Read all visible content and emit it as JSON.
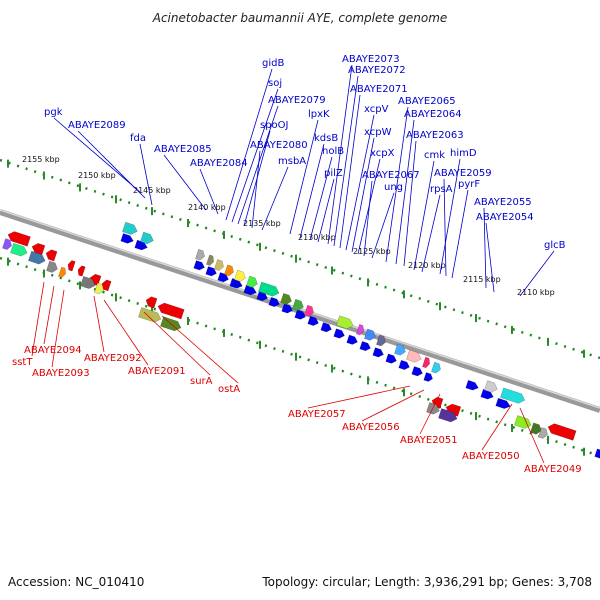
{
  "title": "Acinetobacter baumannii AYE, complete genome",
  "footer": {
    "accession": "Accession: NC_010410",
    "summary": "Topology: circular; Length: 3,936,291 bp; Genes: 3,708"
  },
  "colors": {
    "plus_strand_label": "#0000cc",
    "minus_strand_label": "#dd0000",
    "backbone": "#999999",
    "scale_dots": "#1a8a1a"
  },
  "scale_labels": [
    "2155 kbp",
    "2150 kbp",
    "2145 kbp",
    "2140 kbp",
    "2135 kbp",
    "2130 kbp",
    "2125 kbp",
    "2120 kbp",
    "2115 kbp",
    "2110 kbp"
  ],
  "upper_labels": [
    "pgk",
    "ABAYE2089",
    "fda",
    "ABAYE2085",
    "ABAYE2084",
    "gidB",
    "soj",
    "ABAYE2079",
    "spoOJ",
    "ABAYE2080",
    "msbA",
    "lpxK",
    "kdsB",
    "holB",
    "pilZ",
    "ABAYE2073",
    "ABAYE2072",
    "ABAYE2071",
    "xcpV",
    "xcpW",
    "xcpX",
    "ABAYE2067",
    "ung",
    "ABAYE2065",
    "ABAYE2064",
    "ABAYE2063",
    "cmk",
    "rpsA",
    "himD",
    "ABAYE2059",
    "pyrF",
    "ABAYE2055",
    "ABAYE2054",
    "glcB"
  ],
  "lower_labels": [
    "sstT",
    "ABAYE2094",
    "ABAYE2093",
    "ABAYE2092",
    "ABAYE2091",
    "surA",
    "ostA",
    "ABAYE2057",
    "ABAYE2056",
    "ABAYE2051",
    "ABAYE2050",
    "ABAYE2049"
  ]
}
